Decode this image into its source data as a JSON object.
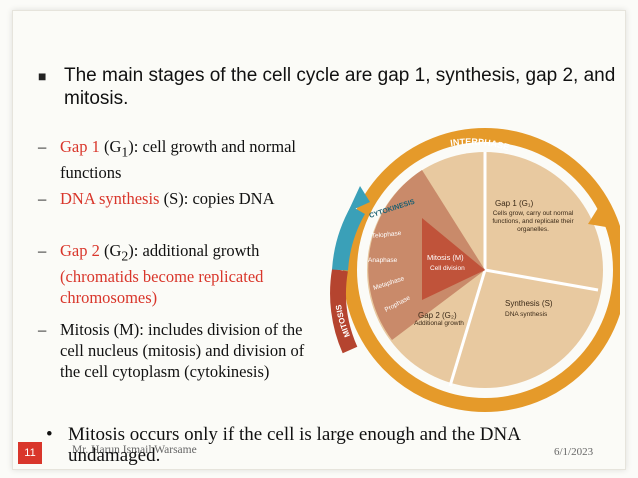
{
  "lead": "The main stages of the cell cycle are gap 1, synthesis, gap 2, and mitosis.",
  "sub1": {
    "term": "Gap 1",
    "paren_open": " (G",
    "sub": "1",
    "rest": "): cell growth and normal functions"
  },
  "sub2": {
    "term": "DNA synthesis",
    "rest": " (S): copies DNA"
  },
  "sub3": {
    "term": "Gap 2",
    "paren_open": " (G",
    "sub": "2",
    "rest": "): additional growth",
    "note": "(chromatids become replicated chromosomes)"
  },
  "sub4": {
    "text": "Mitosis (M): includes  division of the cell nucleus (mitosis) and division of the cell cytoplasm (cytokinesis)"
  },
  "last": "Mitosis occurs only if the cell is large enough and the DNA undamaged.",
  "footer": {
    "slide_number": "11",
    "author": "Mr. Harun Ismail Warsame",
    "date": "6/1/2023"
  },
  "diagram": {
    "interphase": "INTERPHASE",
    "g1_title": "Gap 1 (G₁)",
    "g1_body": "Cells grow, carry out normal functions, and replicate their organelles.",
    "s_title": "Synthesis (S)",
    "s_body": "DNA synthesis",
    "g2_title": "Gap 2 (G₂)",
    "g2_body": "Additional growth",
    "m_title": "Mitosis (M)",
    "m_body": "Cell division",
    "cytokinesis": "CYTOKINESIS",
    "mitosis_band": "MITOSIS",
    "phases": [
      "Telophase",
      "Anaphase",
      "Metaphase",
      "Prophase"
    ]
  },
  "colors": {
    "accent": "#d9362b",
    "orange": "#e59a2a",
    "tan": "#e8c9a0",
    "teal": "#3aa0b8",
    "brown": "#b5442f"
  }
}
